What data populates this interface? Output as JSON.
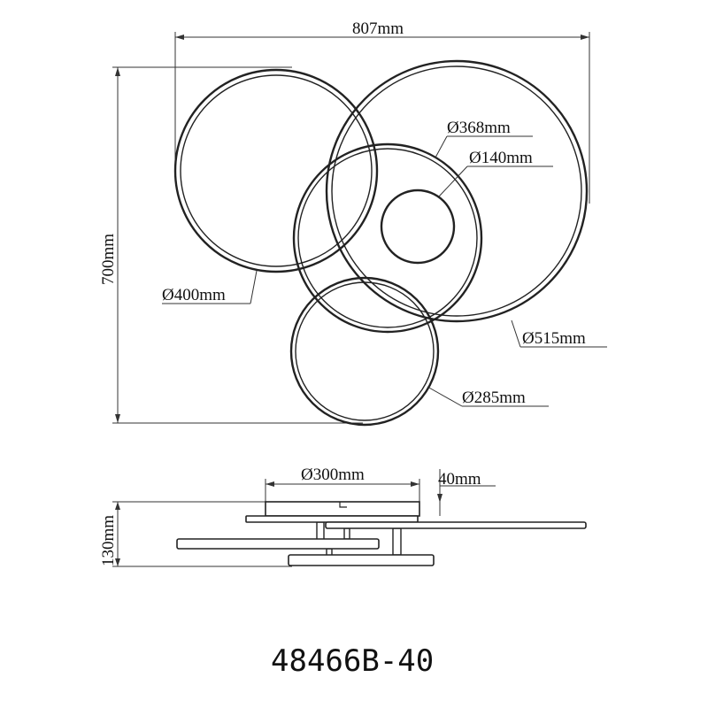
{
  "drawing": {
    "top_view": {
      "width_label": "807mm",
      "height_label": "700mm",
      "ring_400_label": "Ø400mm",
      "ring_515_label": "Ø515mm",
      "ring_368_label": "Ø368mm",
      "center_140_label": "Ø140mm",
      "ring_285_label": "Ø285mm"
    },
    "side_view": {
      "canopy_label": "Ø300mm",
      "canopy_height_label": "40mm",
      "height_label": "130mm"
    },
    "model_number": "48466B-40"
  }
}
